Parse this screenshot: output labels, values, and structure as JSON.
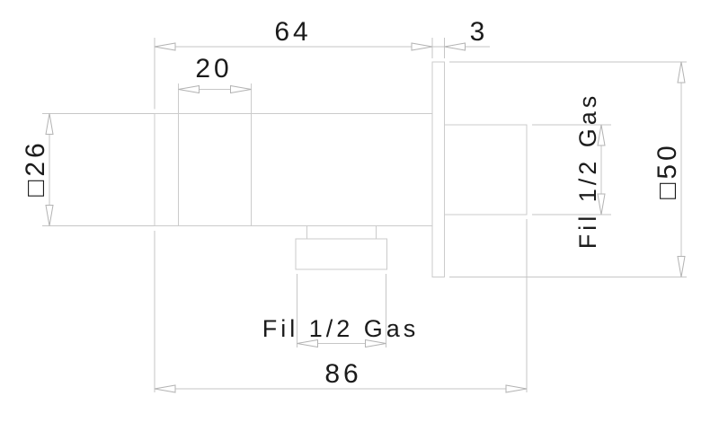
{
  "drawing": {
    "description": "Technical dimension drawing of a wall-mounted angle valve, side view",
    "background_color": "#ffffff",
    "line_color": "#cbcbcb",
    "arrow_color": "#b3b3b3",
    "text_color": "#1b1b1b",
    "dimensions": {
      "body_length": "64",
      "flange_thickness": "3",
      "bonnet_width": "20",
      "body_square": "□26",
      "flange_square": "□50",
      "overall_length": "86",
      "bottom_outlet_thread": "Fil 1/2 Gas",
      "side_outlet_thread": "Fil 1/2 Gas"
    }
  }
}
